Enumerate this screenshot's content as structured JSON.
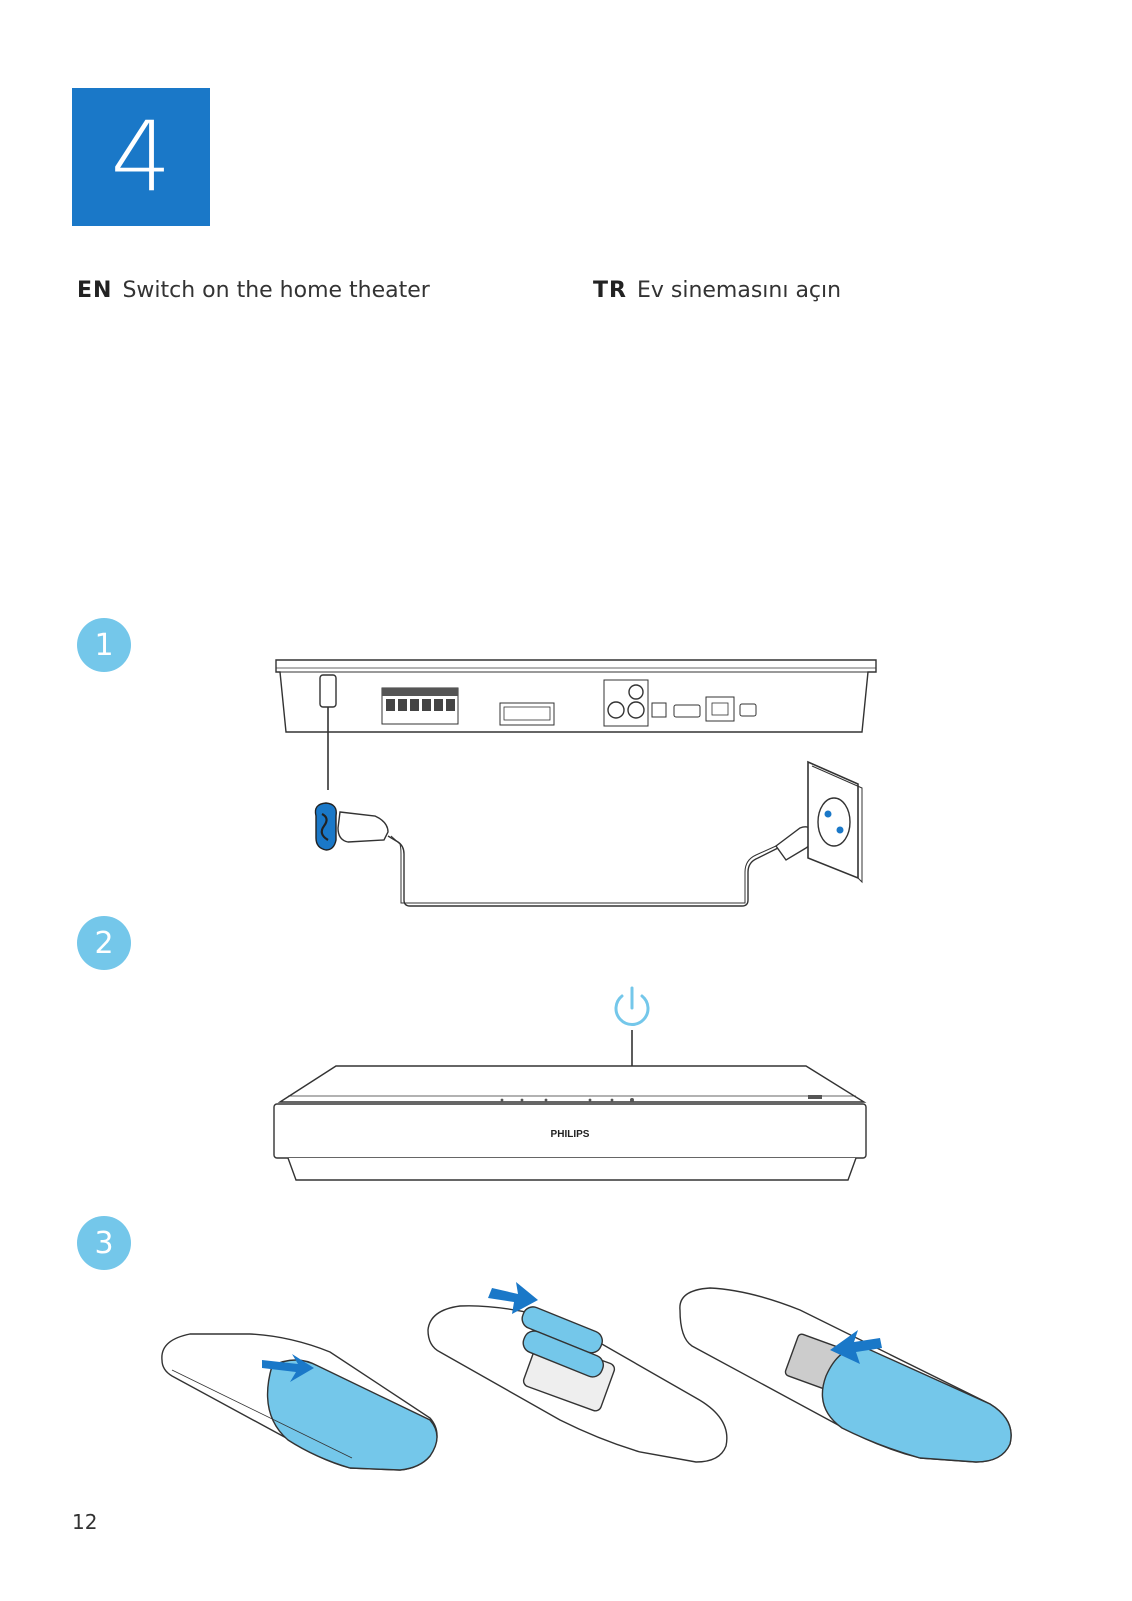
{
  "step": {
    "number": "4"
  },
  "headings": {
    "en": {
      "code": "EN",
      "text": "Switch on the home theater"
    },
    "tr": {
      "code": "TR",
      "text": "Ev sinemasını açın"
    }
  },
  "sub_steps": [
    {
      "number": "1"
    },
    {
      "number": "2"
    },
    {
      "number": "3"
    }
  ],
  "device": {
    "brand": "PHILIPS"
  },
  "colors": {
    "accent": "#1a78c8",
    "highlight": "#74c7ea",
    "line": "#333333"
  },
  "icons": [
    "power-icon",
    "arrow-icon",
    "power-plug-icon",
    "wall-socket-icon"
  ],
  "page": {
    "number": "12"
  }
}
